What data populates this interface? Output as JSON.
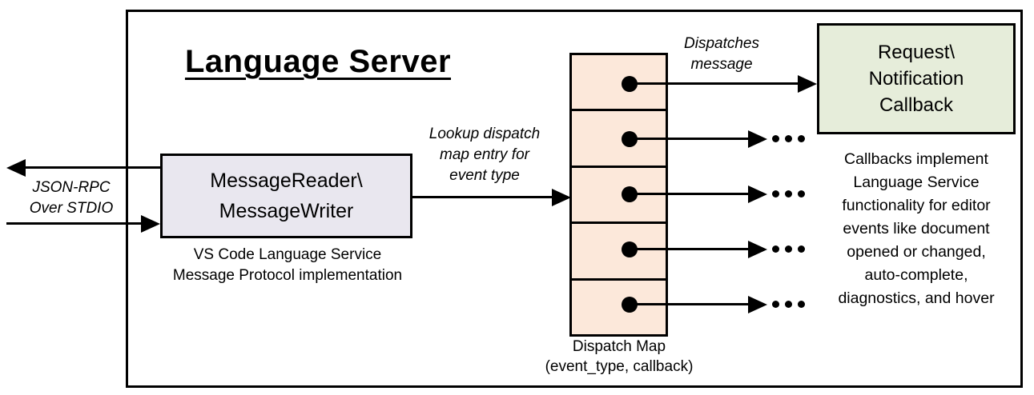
{
  "diagram": {
    "title": "Language Server",
    "stdio_label": [
      "JSON-RPC",
      "Over STDIO"
    ],
    "reader_box": [
      "MessageReader\\",
      "MessageWriter"
    ],
    "reader_caption": [
      "VS Code Language Service",
      "Message Protocol implementation"
    ],
    "lookup_label": [
      "Lookup dispatch",
      "map entry for",
      "event type"
    ],
    "dispatches_label": [
      "Dispatches",
      "message"
    ],
    "callback_box": [
      "Request\\",
      "Notification",
      "Callback"
    ],
    "callback_caption": [
      "Callbacks implement",
      "Language Service",
      "functionality for editor",
      "events like document",
      "opened or changed,",
      "auto-complete,",
      "diagnostics, and hover"
    ],
    "map_caption": [
      "Dispatch Map",
      "(event_type, callback)"
    ],
    "map_slots": 5,
    "colors": {
      "reader_fill": "#e9e7ef",
      "map_fill": "#fce8da",
      "callback_fill": "#e6edda",
      "line": "#000000"
    }
  }
}
